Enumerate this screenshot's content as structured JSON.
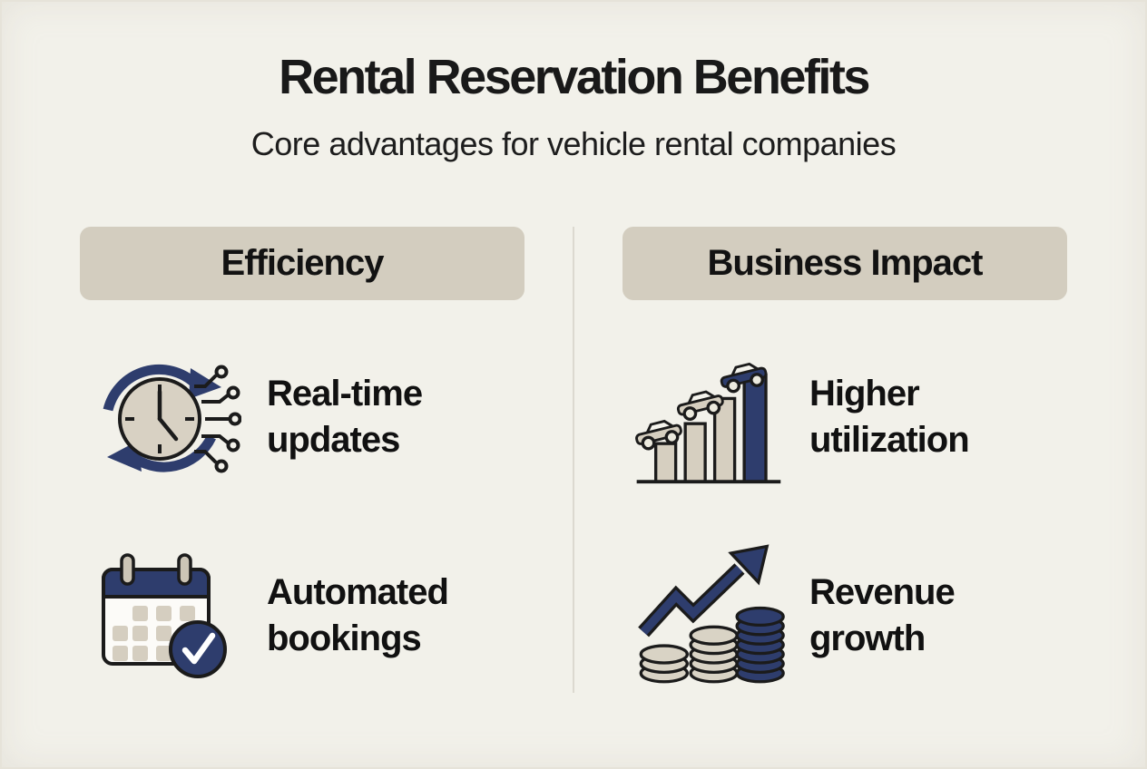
{
  "poster": {
    "title": "Rental Reservation Benefits",
    "subtitle": "Core advantages for vehicle rental companies"
  },
  "columns": [
    {
      "header": "Efficiency",
      "items": [
        {
          "icon": "realtime-sync-clock-icon",
          "label_line1": "Real-time",
          "label_line2": "updates"
        },
        {
          "icon": "calendar-check-icon",
          "label_line1": "Automated",
          "label_line2": "bookings"
        }
      ]
    },
    {
      "header": "Business Impact",
      "items": [
        {
          "icon": "car-bar-chart-icon",
          "label_line1": "Higher",
          "label_line2": "utilization"
        },
        {
          "icon": "coins-growth-arrow-icon",
          "label_line1": "Revenue",
          "label_line2": "growth"
        }
      ]
    }
  ],
  "colors": {
    "background": "#f2f1ea",
    "header_pill": "#d3cdbf",
    "navy": "#2e3d6d",
    "beige": "#d6cfc0",
    "outline": "#1b1b1b",
    "divider": "#dcd9d0",
    "text": "#161616"
  }
}
